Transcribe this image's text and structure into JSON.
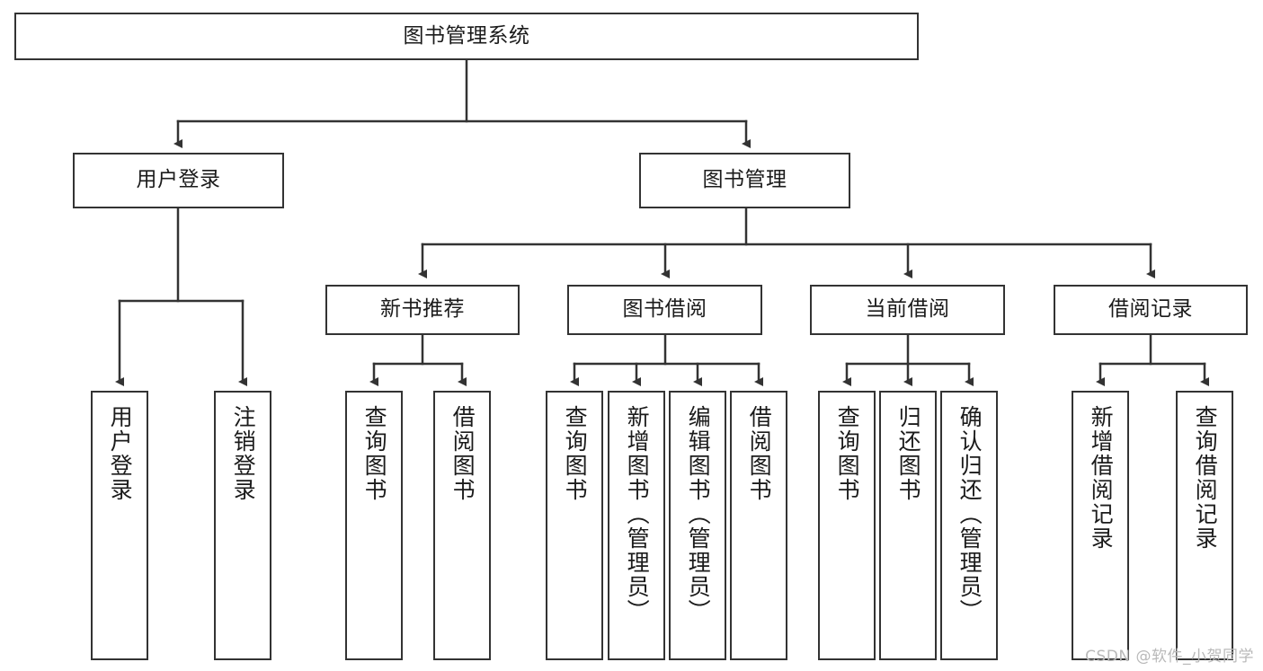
{
  "diagram": {
    "title": "图书管理系统",
    "type": "hierarchy-tree",
    "levels": 4
  },
  "root": {
    "label": "图书管理系统"
  },
  "level2": [
    {
      "label": "用户登录"
    },
    {
      "label": "图书管理"
    }
  ],
  "level3": [
    {
      "label": "新书推荐"
    },
    {
      "label": "图书借阅"
    },
    {
      "label": "当前借阅"
    },
    {
      "label": "借阅记录"
    }
  ],
  "leaves": {
    "user_login": [
      {
        "label": "用户登录"
      },
      {
        "label": "注销登录"
      }
    ],
    "new_book": [
      {
        "label": "查询图书"
      },
      {
        "label": "借阅图书"
      }
    ],
    "borrow_book": [
      {
        "label": "查询图书"
      },
      {
        "label": "新增图书（管理员）"
      },
      {
        "label": "编辑图书（管理员）"
      },
      {
        "label": "借阅图书"
      }
    ],
    "current_borrow": [
      {
        "label": "查询图书"
      },
      {
        "label": "归还图书"
      },
      {
        "label": "确认归还（管理员）"
      }
    ],
    "borrow_record": [
      {
        "label": "新增借阅记录"
      },
      {
        "label": "查询借阅记录"
      }
    ]
  },
  "watermark": {
    "text": "CSDN @软件_小贺同学"
  },
  "colors": {
    "stroke": "#333333",
    "fill": "#ffffff",
    "text": "#1b1b1b",
    "watermark": "#b9b9b9"
  }
}
